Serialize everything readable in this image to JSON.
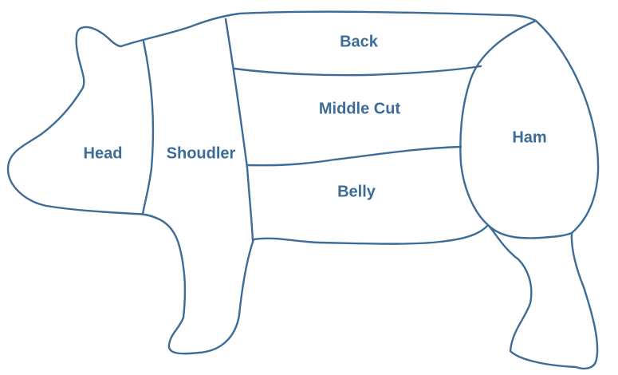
{
  "diagram": {
    "line_color": "#3c6c97",
    "label_color": "#3c6c97",
    "background": "#ffffff",
    "cuts": {
      "head": "Head",
      "shoulder": "Shoudler",
      "back": "Back",
      "middle_cut": "Middle Cut",
      "belly": "Belly",
      "ham": "Ham"
    }
  }
}
